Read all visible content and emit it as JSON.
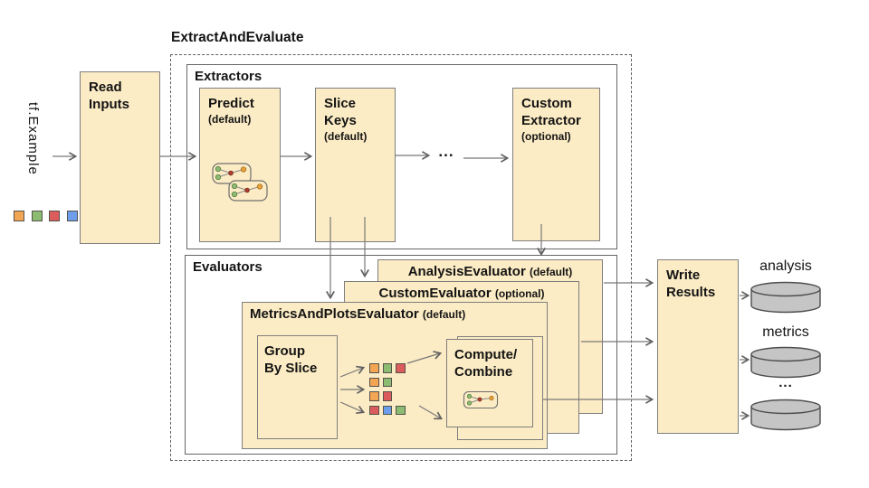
{
  "title": "ExtractAndEvaluate",
  "input": {
    "label": "tf.Example",
    "squares": [
      "orange",
      "green",
      "red",
      "blue"
    ]
  },
  "read_inputs": {
    "label": "Read\nInputs"
  },
  "extractors": {
    "section_label": "Extractors",
    "predict": {
      "name": "Predict",
      "qualifier": "(default)"
    },
    "slice_keys": {
      "name": "Slice\nKeys",
      "qualifier": "(default)"
    },
    "ellipsis": "...",
    "custom_extractor": {
      "name": "Custom\nExtractor",
      "qualifier": "(optional)"
    }
  },
  "evaluators": {
    "section_label": "Evaluators",
    "analysis_evaluator": {
      "name": "AnalysisEvaluator",
      "qualifier": "(default)"
    },
    "custom_evaluator": {
      "name": "CustomEvaluator",
      "qualifier": "(optional)"
    },
    "metrics_plots_evaluator": {
      "name": "MetricsAndPlotsEvaluator",
      "qualifier": "(default)"
    },
    "group_by_slice": {
      "label": "Group\nBy Slice"
    },
    "compute_combine": {
      "label": "Compute/\nCombine"
    },
    "slice_rows": [
      [
        "orange",
        "green",
        "red"
      ],
      [
        "orange",
        "green"
      ],
      [
        "orange",
        "red"
      ],
      [
        "red",
        "blue",
        "green"
      ]
    ]
  },
  "write_results": {
    "label": "Write\nResults"
  },
  "outputs": [
    {
      "label": "analysis"
    },
    {
      "label": "metrics"
    },
    {
      "label": "..."
    }
  ],
  "colors": {
    "box_fill": "#FCECC5",
    "box_border": "#7E7E7E",
    "section_border": "#666666",
    "arrow": "#6E6E6E",
    "cylinder_fill": "#C5C5C5",
    "cylinder_border": "#4D4D4D",
    "squares": {
      "orange": "#F2A654",
      "green": "#8CBB72",
      "red": "#DC5C5C",
      "blue": "#6D9EEB"
    }
  }
}
